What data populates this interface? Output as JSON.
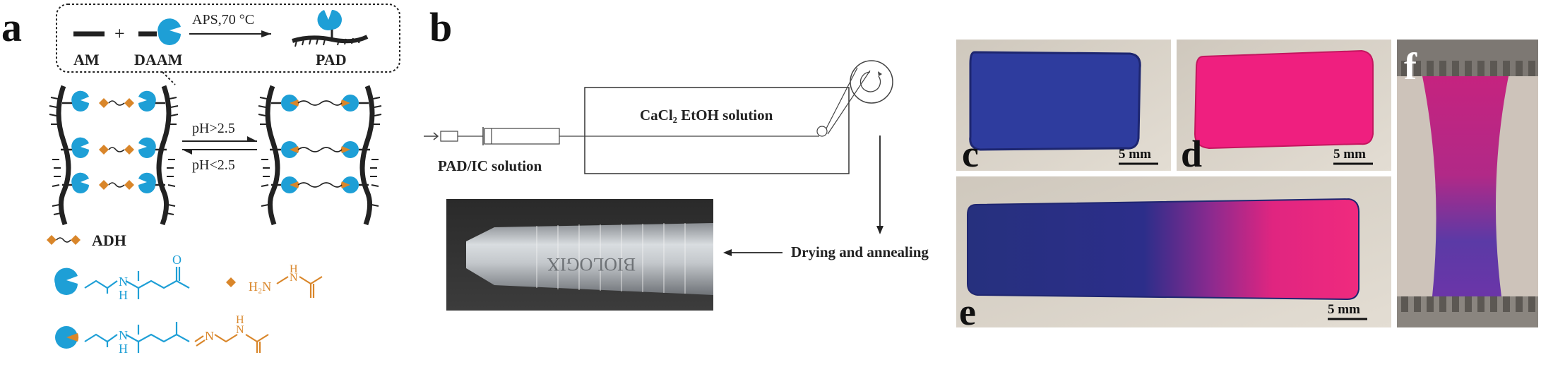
{
  "panels": {
    "a": {
      "letter": "a",
      "reaction": {
        "reagent1": "AM",
        "plus": "+",
        "reagent2": "DAAM",
        "conditions": "APS,70 °C",
        "product": "PAD"
      },
      "equilibrium": {
        "forward": "pH>2.5",
        "reverse": "pH<2.5"
      },
      "legend": {
        "crosslinker": "ADH"
      },
      "chem": {
        "hydrazide_amine": "H₂N",
        "nh_label": "H",
        "o_label": "O",
        "n_label": "N"
      }
    },
    "b": {
      "letter": "b",
      "bath_label": "CaCl₂ EtOH solution",
      "syringe_label": "PAD/IC solution",
      "step_label": "Drying and annealing",
      "tube_text": "BIOLOGIX"
    },
    "c": {
      "letter": "c",
      "scale": "5 mm"
    },
    "d": {
      "letter": "d",
      "scale": "5 mm"
    },
    "e": {
      "letter": "e",
      "scale": "5 mm"
    },
    "f": {
      "letter": "f"
    }
  },
  "colors": {
    "daam_blue": "#1e9fd6",
    "adh_orange": "#d9862a",
    "gel_blue": "#2a3a9a",
    "gel_pink": "#ef1f7f",
    "gel_purple": "#7a3ab0"
  }
}
